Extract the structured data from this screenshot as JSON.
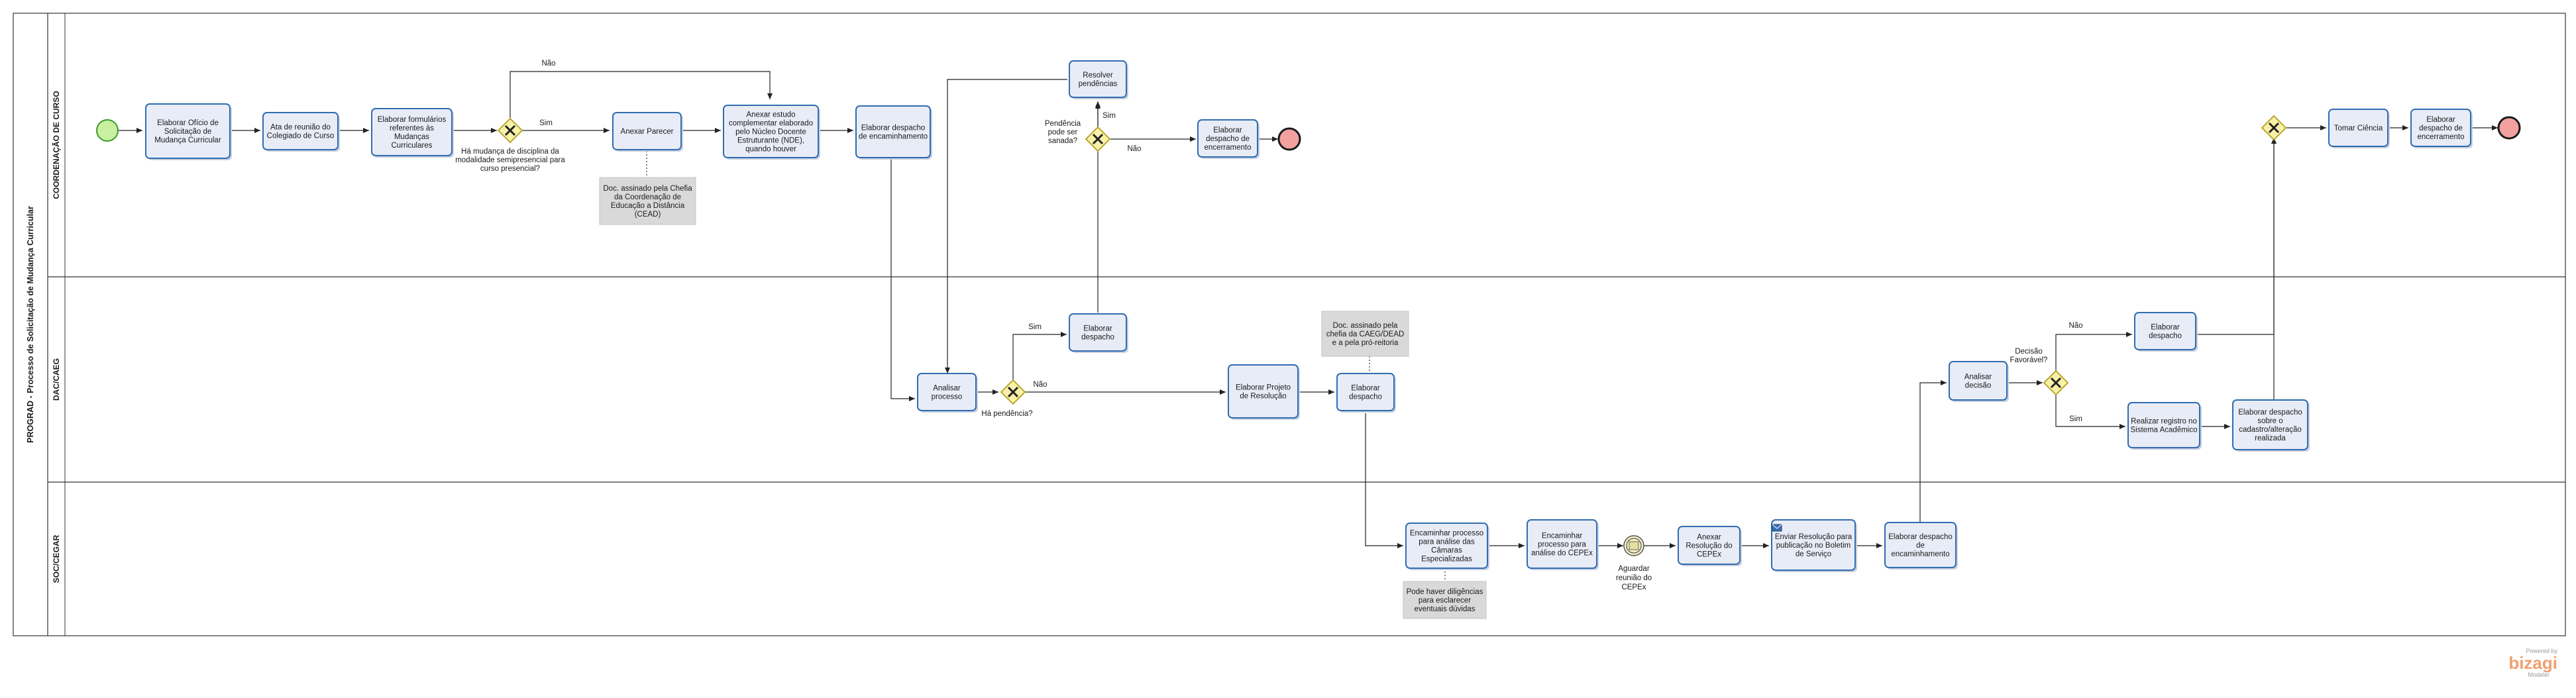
{
  "pool": {
    "title": "PROGRAD - Processo de Solicitação de Mudança Curricular"
  },
  "lanes": [
    {
      "id": "coord",
      "label": "COORDENAÇÃO DE CURSO"
    },
    {
      "id": "dac",
      "label": "DAC/CAEG"
    },
    {
      "id": "sog",
      "label": "SOC/CEGAR"
    }
  ],
  "tasks": [
    {
      "id": "t1",
      "lines": [
        "Elaborar Ofício de",
        "Solicitação de",
        "Mudança Curricular"
      ]
    },
    {
      "id": "t2",
      "lines": [
        "Ata de reunião do",
        "Colegiado de Curso"
      ]
    },
    {
      "id": "t3",
      "lines": [
        "Elaborar formulários",
        "referentes às",
        "Mudanças",
        "Curriculares"
      ]
    },
    {
      "id": "t4",
      "lines": [
        "Anexar Parecer"
      ]
    },
    {
      "id": "t5",
      "lines": [
        "Anexar estudo",
        "complementar elaborado",
        "pelo Núcleo Docente",
        "Estruturante (NDE),",
        "quando houver"
      ]
    },
    {
      "id": "t6",
      "lines": [
        "Elaborar despacho",
        "de encaminhamento"
      ]
    },
    {
      "id": "t7",
      "lines": [
        "Resolver",
        "pendências"
      ]
    },
    {
      "id": "t8",
      "lines": [
        "Elaborar",
        "despacho de",
        "encerramento"
      ]
    },
    {
      "id": "t9",
      "lines": [
        "Tomar Ciência"
      ]
    },
    {
      "id": "t10",
      "lines": [
        "Elaborar",
        "despacho de",
        "encerramento"
      ]
    },
    {
      "id": "t11",
      "lines": [
        "Analisar",
        "processo"
      ]
    },
    {
      "id": "t12",
      "lines": [
        "Elaborar",
        "despacho"
      ]
    },
    {
      "id": "t13",
      "lines": [
        "Elaborar Projeto",
        "de Resolução"
      ]
    },
    {
      "id": "t14",
      "lines": [
        "Elaborar",
        "despacho"
      ]
    },
    {
      "id": "t15",
      "lines": [
        "Analisar",
        "decisão"
      ]
    },
    {
      "id": "t16",
      "lines": [
        "Elaborar",
        "despacho"
      ]
    },
    {
      "id": "t17",
      "lines": [
        "Realizar registro no",
        "Sistema Acadêmico"
      ]
    },
    {
      "id": "t18",
      "lines": [
        "Elaborar despacho",
        "sobre o",
        "cadastro/alteração",
        "realizada"
      ]
    },
    {
      "id": "t19",
      "lines": [
        "Encaminhar processo",
        "para análise das",
        "Câmaras",
        "Especializadas"
      ]
    },
    {
      "id": "t20",
      "lines": [
        "Encaminhar",
        "processo para",
        "análise do CEPEx"
      ]
    },
    {
      "id": "t21",
      "lines": [
        "Anexar",
        "Resolução do",
        "CEPEx"
      ]
    },
    {
      "id": "t22",
      "lines": [
        "Enviar Resolução para",
        "publicação no Boletim",
        "de Serviço"
      ]
    },
    {
      "id": "t23",
      "lines": [
        "Elaborar despacho",
        "de",
        "encaminhamento"
      ]
    }
  ],
  "gateways": [
    {
      "id": "g1",
      "lines": [
        "Há mudança de disciplina da",
        "modalidade semipresencial para",
        "curso presencial?"
      ]
    },
    {
      "id": "g2",
      "lines": [
        "Pendência",
        "pode ser",
        "sanada?"
      ]
    },
    {
      "id": "g3",
      "lines": [
        "Há pendência?"
      ]
    },
    {
      "id": "g4",
      "lines": [
        "Decisão",
        "Favorável?"
      ]
    },
    {
      "id": "g5",
      "lines": []
    }
  ],
  "notes": [
    {
      "id": "n1",
      "lines": [
        "Doc. assinado pela Chefia",
        "da Coordenação de",
        "Educação a Distância",
        "(CEAD)"
      ]
    },
    {
      "id": "n2",
      "lines": [
        "Doc. assinado  pela",
        "chefia da  CAEG/DEAD",
        "e a pela pró-reitoria"
      ]
    },
    {
      "id": "n3",
      "lines": [
        "Pode haver diligências",
        "para esclarecer",
        "eventuais dúvidas"
      ]
    }
  ],
  "flow_labels": {
    "g1_nao": "Não",
    "g1_sim": "Sim",
    "g2_sim": "Sim",
    "g2_nao": "Não",
    "g3_sim": "Sim",
    "g3_nao": "Não",
    "g4_nao": "Não",
    "g4_sim": "Sim"
  },
  "events": {
    "wait_label": [
      "Aguardar",
      "reunião do",
      "CEPEx"
    ]
  },
  "branding": {
    "powered": "Powered by",
    "name": "bizagi",
    "sub": "Modeler"
  },
  "colors": {
    "task_fill": "#e8ecf7",
    "task_stroke": "#2f6db0",
    "gateway_fill": "#f7f1a8",
    "gateway_stroke": "#b59f1f",
    "start_fill": "#c8f0a0",
    "start_stroke": "#3c9a2a",
    "end_fill": "#f2a0a0",
    "end_stroke": "#1a1a1a",
    "note_fill": "#d9d9d9"
  }
}
